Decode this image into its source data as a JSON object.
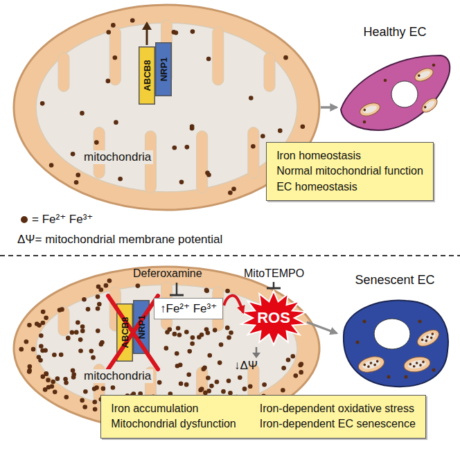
{
  "diagram": {
    "nodes": [
      {
        "text": [
          "mitochondria"
        ]
      },
      {
        "text": [
          "ABCB8"
        ],
        "in": 0
      },
      {
        "text": [
          "NRP1"
        ],
        "in": 0
      },
      {
        "text": [
          "Healthy EC"
        ]
      },
      {
        "text": [
          "Iron homeostasis",
          "Normal mitochondrial function",
          "EC homeostasis"
        ]
      },
      {
        "text": [
          "mitochondria"
        ]
      },
      {
        "text": [
          "ABCB8"
        ],
        "in": 5
      },
      {
        "text": [
          "NRP1"
        ],
        "in": 5
      },
      {
        "text": [
          "↑Fe²⁺ Fe³⁺"
        ],
        "in": 5
      },
      {
        "text": [
          "ROS"
        ]
      },
      {
        "text": [
          "Senescent EC"
        ]
      },
      {
        "text": [
          "Iron accumulation",
          "Iron-dependent oxidative stress",
          "Mitochondrial dysfunction",
          "Iron-dependent EC senescence"
        ]
      }
    ],
    "edges": [
      {
        "from": 0,
        "to": 3,
        "arrow": "to"
      },
      {
        "from": 8,
        "to": 9,
        "arrow": "to"
      },
      {
        "from": 9,
        "to": 10,
        "arrow": "to"
      }
    ],
    "labels": [
      "ΔΨ= mitochondrial membrane potential",
      "Deferoxamine",
      "MitoTEMPO",
      "↓ΔΨ"
    ],
    "legend": [
      {
        "text": "= Fe²⁺ Fe³⁺",
        "color": "#5a2d12"
      }
    ]
  }
}
